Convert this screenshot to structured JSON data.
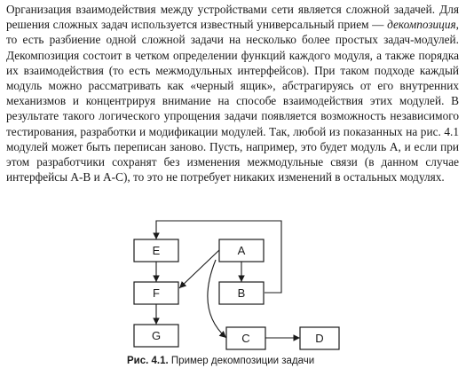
{
  "text": {
    "paragraph_before_term": "Организация взаимодействия между устройствами сети является сложной задачей. Для решения сложных задач используется известный универсальный прием — ",
    "term": "декомпозиция",
    "paragraph_after_term": ", то есть разбиение одной сложной задачи на несколько более простых задач-модулей. Декомпозиция состоит в четком определении функций каждого модуля, а также порядка их взаимодействия (то есть межмодульных интерфейсов). При таком подходе каждый модуль можно рассматривать как «черный ящик», абстрагируясь от его внутренних механизмов и концентрируя внимание на способе взаимодействия этих модулей. В результате такого логического упрощения задачи появляется возможность независимого тестирования, разработки и модификации модулей. Так, любой из показанных на рис. 4.1 модулей может быть переписан заново. Пусть, например, это будет модуль А, и если при этом разработчики сохранят без изменения межмодульные связи (в данном случае интерфейсы А-В и А-С), то это не потребует никаких изменений в остальных модулях."
  },
  "diagram": {
    "nodes": [
      "E",
      "A",
      "F",
      "B",
      "G",
      "C",
      "D"
    ],
    "edges": [
      [
        "E",
        "F"
      ],
      [
        "F",
        "G"
      ],
      [
        "A",
        "F"
      ],
      [
        "A",
        "B"
      ],
      [
        "A",
        "C"
      ],
      [
        "B",
        "E"
      ],
      [
        "C",
        "D"
      ]
    ]
  },
  "caption": {
    "label": "Рис. 4.1.",
    "text": " Пример декомпозиции задачи"
  }
}
